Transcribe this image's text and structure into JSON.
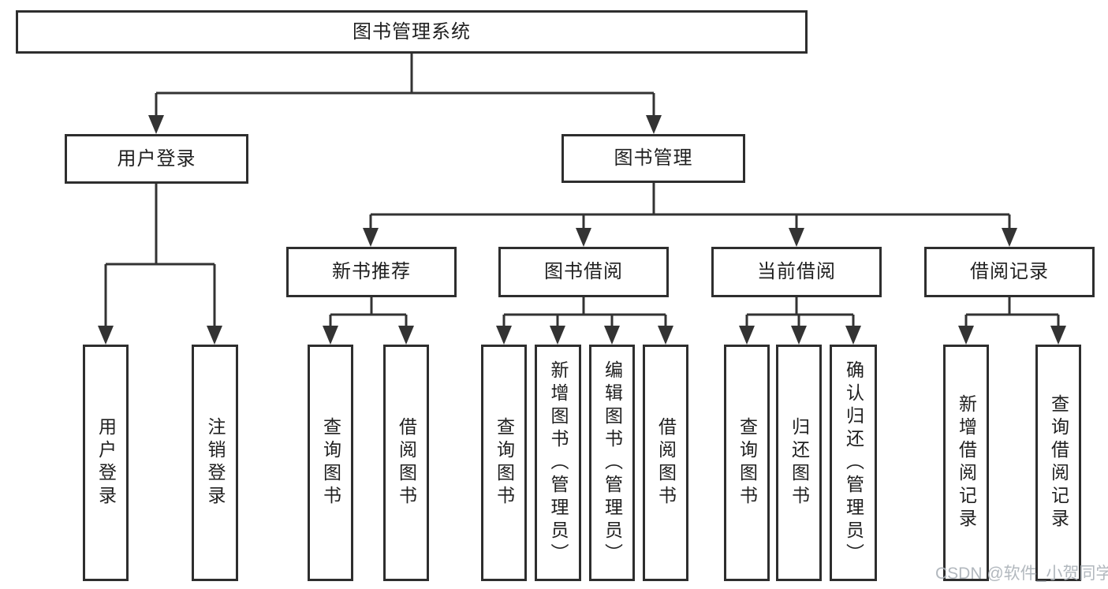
{
  "colors": {
    "background": "#ffffff",
    "line": "#333333",
    "box_border": "#2e2e2e",
    "text": "#1f1f1f",
    "watermark": "#aeb4bb"
  },
  "tree": {
    "label": "图书管理系统",
    "children": [
      {
        "label": "用户登录",
        "children": [
          {
            "label": "用户登录"
          },
          {
            "label": "注销登录"
          }
        ]
      },
      {
        "label": "图书管理",
        "children": [
          {
            "label": "新书推荐",
            "children": [
              {
                "label": "查询图书"
              },
              {
                "label": "借阅图书"
              }
            ]
          },
          {
            "label": "图书借阅",
            "children": [
              {
                "label": "查询图书"
              },
              {
                "label": "新增图书（管理员）"
              },
              {
                "label": "编辑图书（管理员）"
              },
              {
                "label": "借阅图书"
              }
            ]
          },
          {
            "label": "当前借阅",
            "children": [
              {
                "label": "查询图书"
              },
              {
                "label": "归还图书"
              },
              {
                "label": "确认归还（管理员）"
              }
            ]
          },
          {
            "label": "借阅记录",
            "children": [
              {
                "label": "新增借阅记录"
              },
              {
                "label": "查询借阅记录"
              }
            ]
          }
        ]
      }
    ]
  },
  "watermark": {
    "text": "CSDN @软件_小贺同学"
  }
}
